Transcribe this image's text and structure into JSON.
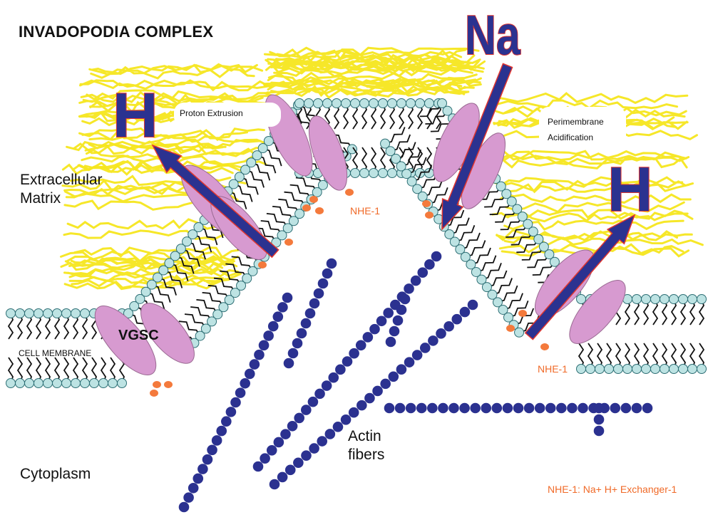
{
  "title": "INVADOPODIA COMPLEX",
  "labels": {
    "extracellular_matrix": "Extracellular\nMatrix",
    "cytoplasm": "Cytoplasm",
    "cell_membrane": "CELL MEMBRANE",
    "proton_extrusion": "Proton Extrusion",
    "perimembrane_acidification": "Perimembrane\nAcidification",
    "vgsc": "VGSC",
    "nhe1_top": "NHE-1",
    "nhe1_right": "NHE-1",
    "actin": "Actin\nfibers",
    "legend": "NHE-1: Na+ H+ Exchanger-1"
  },
  "ions": {
    "h_left": "H",
    "h_right": "H",
    "na": "Na"
  },
  "colors": {
    "matrix": "#f6e61e",
    "lipid_head": "#bde3e3",
    "lipid_outline": "#2d6e74",
    "protein": "#d79ad0",
    "arrow": "#2b3290",
    "arrow_outline": "#e2362f",
    "actin": "#2b3190",
    "nhe_dot": "#f47a3c"
  }
}
